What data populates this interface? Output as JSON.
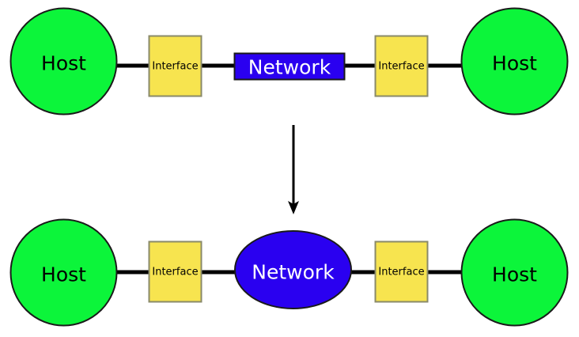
{
  "diagram": {
    "title": "Network abstraction: rectangle network replaced by cloud/ellipse network",
    "colors": {
      "host_fill": "#0CF53A",
      "host_stroke": "#1a1a1a",
      "interface_fill": "#F7E44F",
      "interface_stroke": "#8a8a6a",
      "network_fill": "#2A00F0",
      "network_stroke": "#1a1a1a",
      "link_stroke": "#000000",
      "arrow_color": "#000000",
      "background": "#ffffff",
      "network_text": "#ffffff",
      "node_text": "#000000"
    },
    "rows": [
      {
        "id": "top-row",
        "network_shape": "rectangle",
        "nodes": [
          {
            "id": "host-left",
            "type": "host",
            "label": "Host"
          },
          {
            "id": "interface-left",
            "type": "interface",
            "label": "Interface"
          },
          {
            "id": "network",
            "type": "network",
            "label": "Network"
          },
          {
            "id": "interface-right",
            "type": "interface",
            "label": "Interface"
          },
          {
            "id": "host-right",
            "type": "host",
            "label": "Host"
          }
        ]
      },
      {
        "id": "bottom-row",
        "network_shape": "ellipse",
        "nodes": [
          {
            "id": "host-left",
            "type": "host",
            "label": "Host"
          },
          {
            "id": "interface-left",
            "type": "interface",
            "label": "Interface"
          },
          {
            "id": "network",
            "type": "network",
            "label": "Network"
          },
          {
            "id": "interface-right",
            "type": "interface",
            "label": "Interface"
          },
          {
            "id": "host-right",
            "type": "host",
            "label": "Host"
          }
        ]
      }
    ],
    "arrow": {
      "id": "transform-arrow",
      "direction": "down",
      "label": ""
    }
  }
}
